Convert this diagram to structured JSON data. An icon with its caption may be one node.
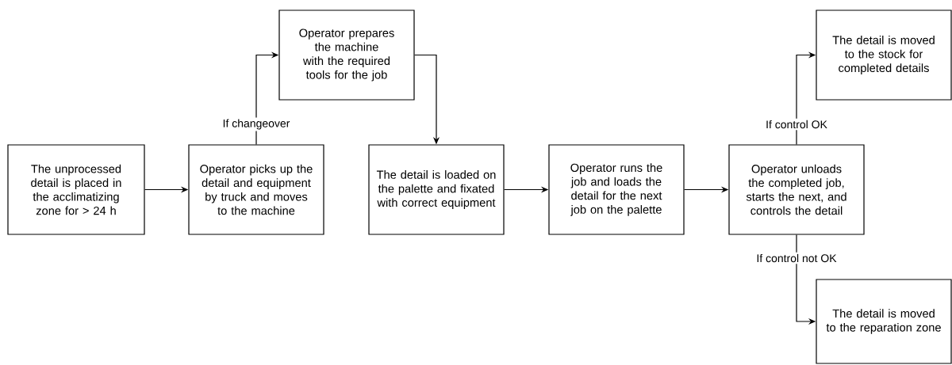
{
  "diagram": {
    "nodes": [
      {
        "text": [
          "The unprocessed detail is placed in the acclimatizing zone for > 24 h"
        ]
      },
      {
        "text": [
          "Operator picks up the detail and equipment by truck and moves to the machine"
        ]
      },
      {
        "text": [
          "Operator prepares the machine with the required tools for the job"
        ]
      },
      {
        "text": [
          "The detail is loaded on the palette and fixated with correct equipment"
        ]
      },
      {
        "text": [
          "Operator runs the job and loads the detail for the next job on the palette"
        ]
      },
      {
        "text": [
          "Operator unloads the completed job, starts the next, and controls the detail"
        ]
      },
      {
        "text": [
          "The detail is moved to the stock for completed details"
        ]
      },
      {
        "text": [
          "The detail is moved to the reparation zone"
        ]
      }
    ],
    "edges": [
      {
        "from": 0,
        "to": 1,
        "arrow": "to"
      },
      {
        "from": 1,
        "to": 2,
        "arrow": "to",
        "label": "If changeover"
      },
      {
        "from": 2,
        "to": 3,
        "arrow": "to"
      },
      {
        "from": 3,
        "to": 4,
        "arrow": "to"
      },
      {
        "from": 4,
        "to": 5,
        "arrow": "to"
      },
      {
        "from": 5,
        "to": 6,
        "arrow": "to",
        "label": "If control OK"
      },
      {
        "from": 5,
        "to": 7,
        "arrow": "to",
        "label": "If control not OK"
      }
    ]
  }
}
